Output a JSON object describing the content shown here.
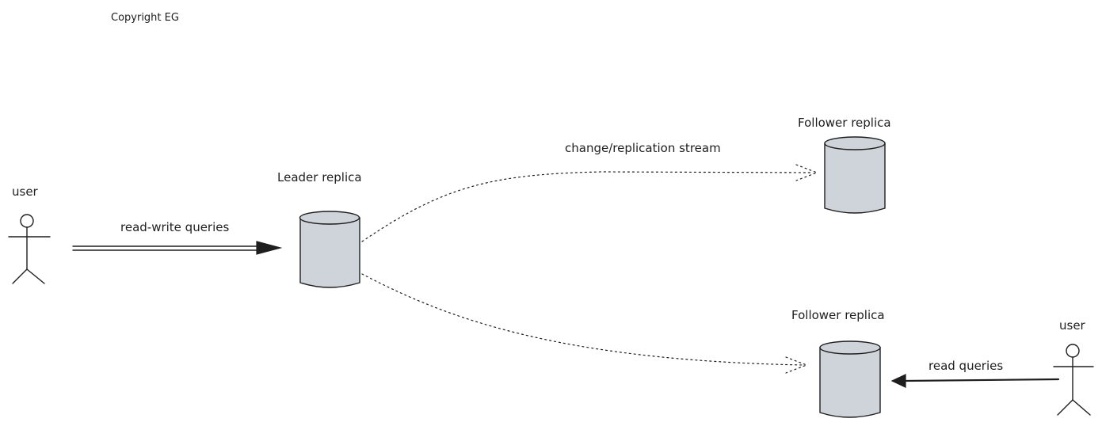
{
  "copyright": "Copyright EG",
  "nodes": {
    "left_user": {
      "label": "user"
    },
    "right_user": {
      "label": "user"
    },
    "leader": {
      "label": "Leader replica"
    },
    "follower_top": {
      "label": "Follower replica"
    },
    "follower_bottom": {
      "label": "Follower replica"
    }
  },
  "edges": {
    "read_write": {
      "label": "read-write queries"
    },
    "replication": {
      "label": "change/replication stream"
    },
    "read": {
      "label": "read queries"
    }
  },
  "colors": {
    "ink": "#1e1e1e",
    "db_fill": "#ced4da",
    "background": "#ffffff"
  }
}
